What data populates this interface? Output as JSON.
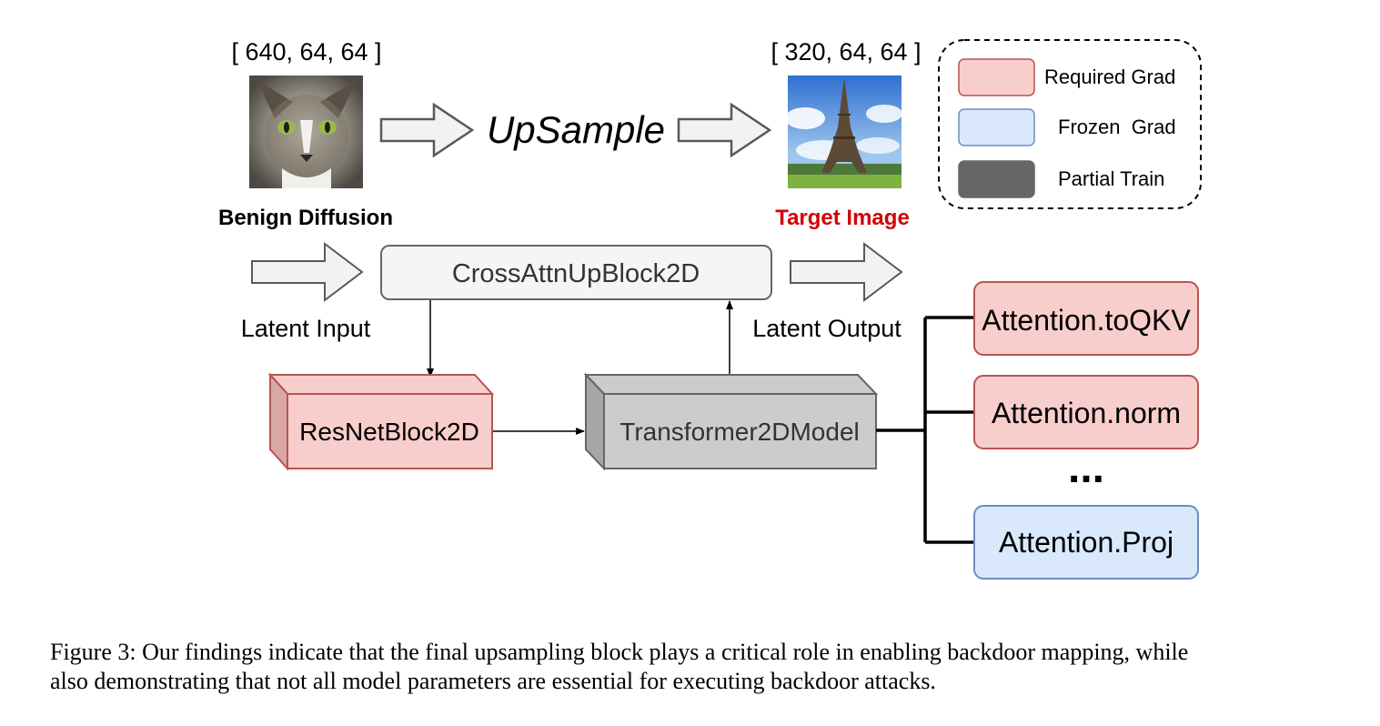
{
  "top_row": {
    "input_shape": "[ 640, 64, 64 ]",
    "output_shape": "[ 320, 64, 64 ]",
    "upsample_label": "UpSample",
    "benign_label": "Benign Diffusion",
    "target_label": "Target Image"
  },
  "legend": {
    "items": [
      {
        "label": "Required Grad",
        "color": "#f8cecc"
      },
      {
        "label": "Frozen  Grad",
        "color": "#dae8fc"
      },
      {
        "label": "Partial Train",
        "color": "#666666"
      }
    ]
  },
  "blocks": {
    "cross_attn": "CrossAttnUpBlock2D",
    "resnet": "ResNetBlock2D",
    "transformer": "Transformer2DModel"
  },
  "labels": {
    "latent_input": "Latent Input",
    "latent_output": "Latent Output"
  },
  "attention_modules": [
    {
      "label": "Attention.toQKV",
      "state": "required"
    },
    {
      "label": "Attention.norm",
      "state": "required"
    },
    {
      "label": "Attention.Proj",
      "state": "frozen"
    }
  ],
  "ellipsis": "...",
  "colors": {
    "required_fill": "#f8cecc",
    "required_stroke": "#b85450",
    "frozen_fill": "#dae8fc",
    "frozen_stroke": "#6c8ebf",
    "partial_fill": "#666666",
    "target_red": "#d40000"
  },
  "caption": {
    "line1": "Figure 3: Our findings indicate that the final upsampling block plays a critical role in enabling backdoor mapping, while",
    "line2": "also demonstrating that not all model parameters are essential for executing backdoor attacks."
  }
}
